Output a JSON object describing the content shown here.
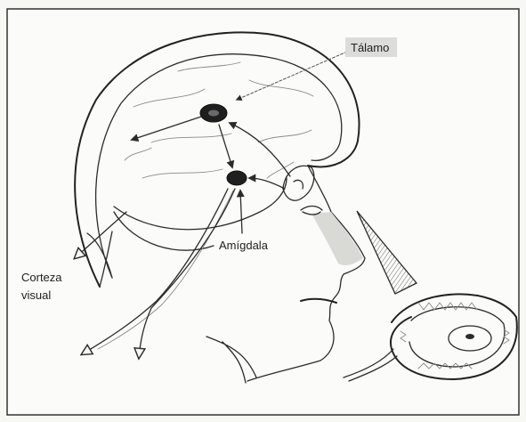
{
  "labels": {
    "thalamus": "Tálamo",
    "amygdala": "Amígdala",
    "visual_cortex_line1": "Corteza",
    "visual_cortex_line2": "visual"
  },
  "colors": {
    "paper": "#f7f7f4",
    "ink": "#2b2b2b",
    "shading": "#d9d9d6",
    "node_fill": "#1f1f1f"
  },
  "icons": [
    "head-illustration",
    "brain-illustration",
    "snake-illustration"
  ]
}
